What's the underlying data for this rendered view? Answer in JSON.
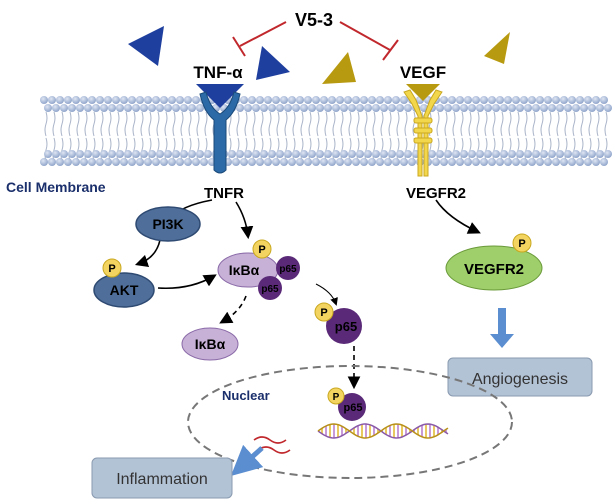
{
  "labels": {
    "drug": "V5-3",
    "tnf": "TNF-α",
    "vegf": "VEGF",
    "membrane": "Cell Membrane",
    "tnfr": "TNFR",
    "vegfr2": "VEGFR2",
    "nuclear": "Nuclear"
  },
  "nodes": {
    "pi3k": "PI3K",
    "akt": "AKT",
    "ikba_complex": "IκBα",
    "p65_a": "p65",
    "p65_b": "p65",
    "ikba_free": "IκBα",
    "p65_free": "p65",
    "p65_nuclear": "p65",
    "vegfr2_active": "VEGFR2",
    "phospho": "P"
  },
  "outcomes": {
    "angiogenesis": "Angiogenesis",
    "inflammation": "Inflammation"
  },
  "colors": {
    "tnf_blue": "#1f3f9e",
    "vegf_gold": "#b89a10",
    "inhibit_red": "#c0282d",
    "receptor_blue": "#2b6aa6",
    "receptor_yellow": "#f2d64b",
    "node_blue": "#4f6f9a",
    "ikba_lilac": "#c7b1d6",
    "p65_purple": "#5a2a78",
    "vegfr2_green": "#9fcf6a",
    "phospho_yellow": "#f3d460",
    "box_fill": "#b3c3d6",
    "arrow_blue": "#5b8ed0",
    "membrane_color": "#8aa0c8"
  }
}
